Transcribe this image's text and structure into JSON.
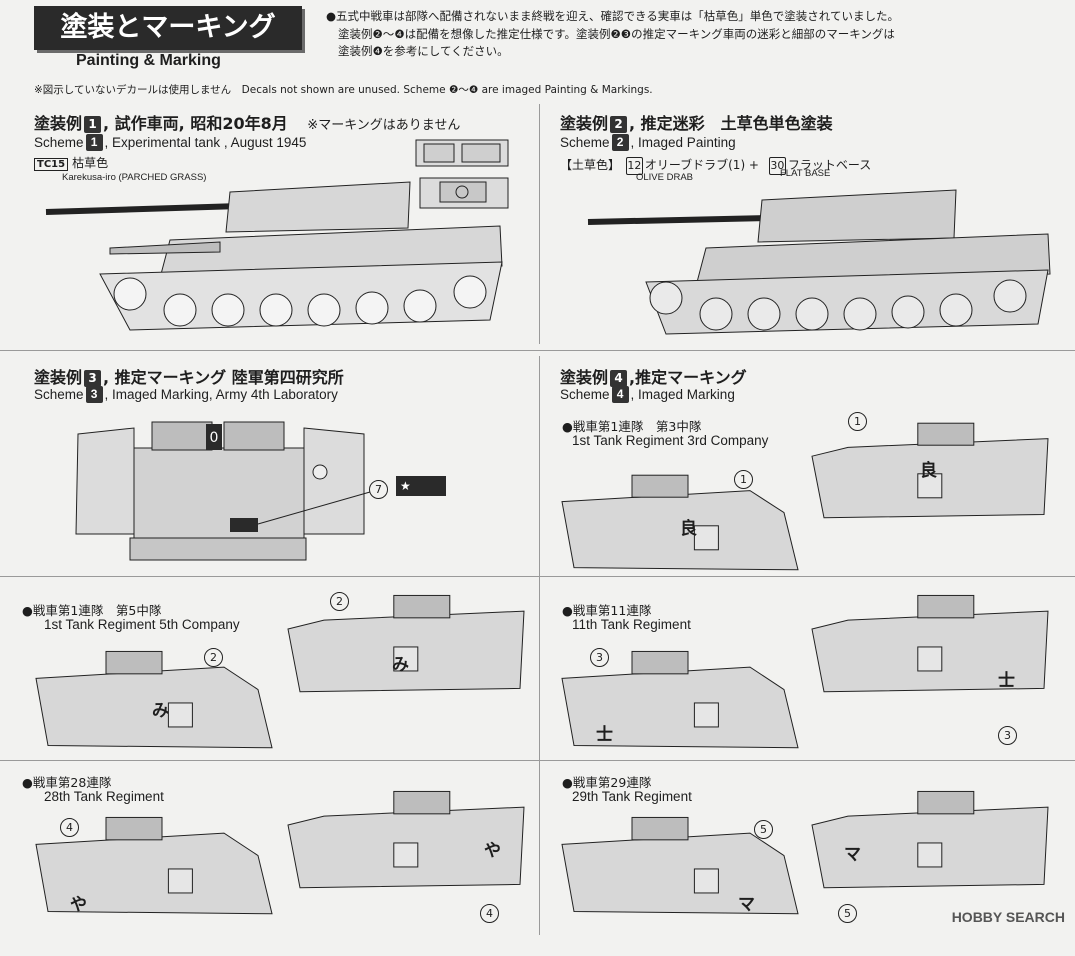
{
  "header": {
    "title": "塗装とマーキング",
    "subtitle": "Painting & Marking",
    "note_lines": [
      "●五式中戦車は部隊へ配備されないまま終戦を迎え、確認できる実車は「枯草色」単色で塗装されていました。",
      "塗装例❷～❹は配備を想像した推定仕様です。塗装例❷❸の推定マーキング車両の迷彩と細部のマーキングは",
      "塗装例❹を参考にしてください。"
    ],
    "decal_note": "※図示していないデカールは使用しません　Decals not shown are unused. Scheme ❷～❹ are imaged Painting &  Markings."
  },
  "scheme1": {
    "title_a": "塗装例",
    "num": "1",
    "title_b": ", 試作車両, 昭和20年8月",
    "remark": "※マーキングはありません",
    "en_a": "Scheme",
    "en_b": ", Experimental tank , August 1945",
    "paint_code": "TC15",
    "paint_jp": "枯草色",
    "paint_en": "Karekusa-iro (PARCHED GRASS)"
  },
  "scheme2": {
    "title_a": "塗装例",
    "num": "2",
    "title_b": ", 推定迷彩　土草色単色塗装",
    "en_a": "Scheme",
    "en_b": ", Imaged Painting",
    "color_label": "【土草色】",
    "paint1_num": "12",
    "paint1_jp": "オリーブドラブ(1) +",
    "paint1_en": "OLIVE DRAB",
    "paint2_num": "30",
    "paint2_jp": "フラットベース",
    "paint2_en": "FLAT BASE"
  },
  "scheme3": {
    "title_a": "塗装例",
    "num": "3",
    "title_b": ", 推定マーキング 陸軍第四研究所",
    "en_a": "Scheme",
    "en_b": ", Imaged Marking, Army 4th Laboratory",
    "callout": "7",
    "plate_digit": "0"
  },
  "scheme4": {
    "title_a": "塗装例",
    "num": "4",
    "title_b": ",推定マーキング",
    "en_a": "Scheme",
    "en_b": ", Imaged Marking"
  },
  "groups": [
    {
      "jp": "●戦車第1連隊　第3中隊",
      "en": "1st Tank Regiment  3rd Company",
      "callout": "1",
      "kana": "良"
    },
    {
      "jp": "●戦車第1連隊　第5中隊",
      "en": "1st Tank Regiment  5th Company",
      "callout": "2",
      "kana": "み"
    },
    {
      "jp": "●戦車第11連隊",
      "en": "11th Tank Regiment",
      "callout": "3",
      "kana": "士"
    },
    {
      "jp": "●戦車第28連隊",
      "en": "28th Tank Regiment",
      "callout": "4",
      "kana": "や"
    },
    {
      "jp": "●戦車第29連隊",
      "en": "29th Tank Regiment",
      "callout": "5",
      "kana": "マ"
    }
  ],
  "watermark": "HOBBY SEARCH",
  "colors": {
    "dark_box": "#2a2a2a",
    "line": "#222222",
    "tank_fill": "#d7d7d7",
    "tank_shade": "#bdbdbd"
  }
}
